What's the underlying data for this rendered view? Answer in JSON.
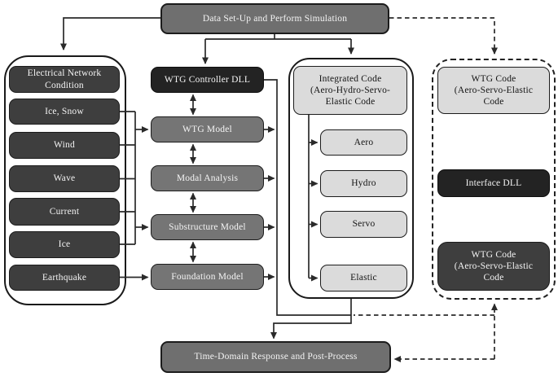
{
  "top_box": {
    "label": "Data Set-Up and Perform Simulation"
  },
  "left_panel": {
    "items": [
      "Electrical Network\nCondition",
      "Ice, Snow",
      "Wind",
      "Wave",
      "Current",
      "Ice",
      "Earthquake"
    ]
  },
  "middle_column": {
    "items": [
      "WTG Controller DLL",
      "WTG Model",
      "Modal Analysis",
      "Substructure Model",
      "Foundation Model"
    ]
  },
  "integrated_panel": {
    "header_label": "Integrated Code\n(Aero-Hydro-Servo-\nElastic Code",
    "items": [
      "Aero",
      "Hydro",
      "Servo",
      "Elastic"
    ]
  },
  "dashed_panel": {
    "top_label": "WTG Code\n(Aero-Servo-Elastic\nCode",
    "middle_label": "Interface DLL",
    "bottom_label": "WTG Code\n(Aero-Servo-Elastic\nCode"
  },
  "bottom_box": {
    "label": "Time-Domain Response and Post-Process"
  },
  "colors": {
    "box_gray": "#6f6f6f",
    "box_dark": "#3e3e3e",
    "box_black": "#232323",
    "box_light": "#dbdbdb",
    "panel_border": "#1a1a1a",
    "connector": "#2a2a2a",
    "text_on_dark": "#f4f4f4",
    "text_on_light": "#141414"
  }
}
